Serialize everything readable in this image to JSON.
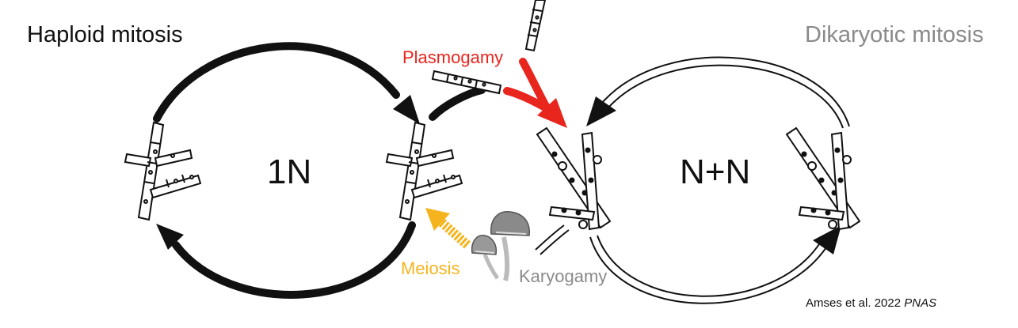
{
  "titles": {
    "haploid": "Haploid mitosis",
    "dikaryotic": "Dikaryotic mitosis"
  },
  "ploidy": {
    "haploid": "1N",
    "dikaryotic": "N+N"
  },
  "events": {
    "plasmogamy": "Plasmogamy",
    "meiosis": "Meiosis",
    "karyogamy": "Karyogamy"
  },
  "credit": {
    "authors": "Amses et al. 2022",
    "journal": "PNAS"
  },
  "colors": {
    "haploid_arrow": "#111111",
    "dikaryotic_arrow": "#111111",
    "plasmogamy": "#e8261d",
    "meiosis": "#f5b41e",
    "karyogamy": "#8a8a8a",
    "dikaryotic_title": "#8a8a8a"
  },
  "icons": [
    "haploid-hypha-icon",
    "dikaryotic-hypha-icon",
    "mushroom-icon",
    "cell-filament-icon"
  ]
}
